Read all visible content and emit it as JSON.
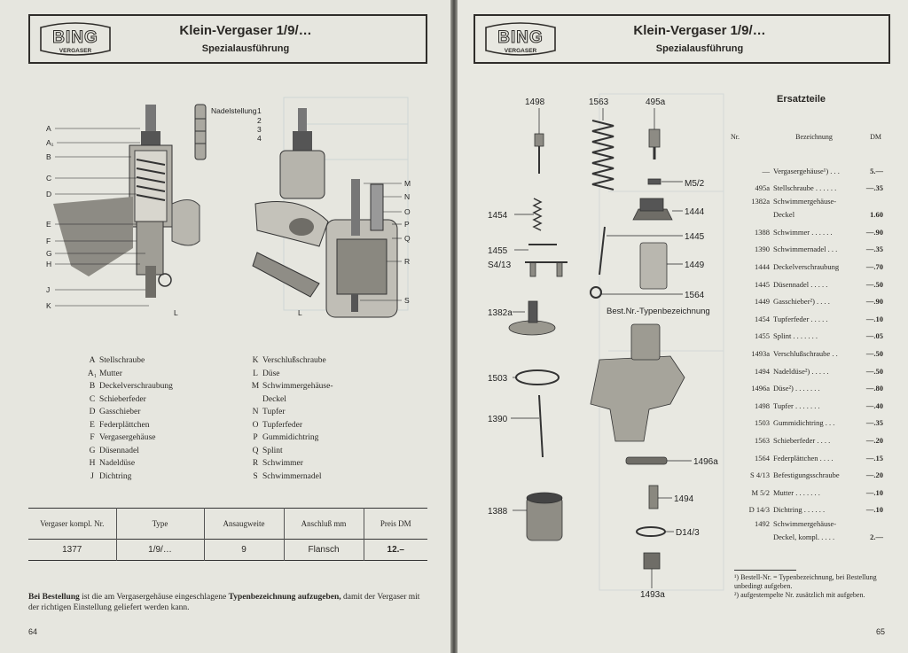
{
  "left_page": {
    "brand": "BING",
    "brand_sub": "VERGASER",
    "title": "Klein-Vergaser 1/9/…",
    "subtitle": "Spezialausführung",
    "needle_position_label": "Nadelstellung",
    "needle_positions": [
      "1",
      "2",
      "3",
      "4"
    ],
    "callouts_left": [
      "A",
      "A₁",
      "B",
      "C",
      "D",
      "E",
      "F",
      "G",
      "H",
      "J",
      "K",
      "L"
    ],
    "callouts_right": [
      "M",
      "N",
      "O",
      "P",
      "Q",
      "R",
      "S",
      "L"
    ],
    "legend_col1": [
      {
        "key": "A",
        "text": "Stellschraube"
      },
      {
        "key": "A₁",
        "text": "Mutter"
      },
      {
        "key": "B",
        "text": "Deckelverschraubung"
      },
      {
        "key": "C",
        "text": "Schieberfeder"
      },
      {
        "key": "D",
        "text": "Gasschieber"
      },
      {
        "key": "E",
        "text": "Federplättchen"
      },
      {
        "key": "F",
        "text": "Vergasergehäuse"
      },
      {
        "key": "G",
        "text": "Düsennadel"
      },
      {
        "key": "H",
        "text": "Nadeldüse"
      },
      {
        "key": "J",
        "text": "Dichtring"
      }
    ],
    "legend_col2": [
      {
        "key": "K",
        "text": "Verschlußschraube"
      },
      {
        "key": "L",
        "text": "Düse"
      },
      {
        "key": "M",
        "text": "Schwimmergehäuse-"
      },
      {
        "key": "",
        "text": "Deckel"
      },
      {
        "key": "N",
        "text": "Tupfer"
      },
      {
        "key": "O",
        "text": "Tupferfeder"
      },
      {
        "key": "P",
        "text": "Gummidichtring"
      },
      {
        "key": "Q",
        "text": "Splint"
      },
      {
        "key": "R",
        "text": "Schwimmer"
      },
      {
        "key": "S",
        "text": "Schwimmernadel"
      }
    ],
    "table": {
      "headers": [
        "Vergaser kompl. Nr.",
        "Type",
        "Ansaugweite",
        "Anschluß mm",
        "Preis DM"
      ],
      "row": [
        "1377",
        "1/9/…",
        "9",
        "Flansch",
        "12.–"
      ]
    },
    "note_bold_prefix": "Bei Bestellung",
    "note_text_1": " ist die am Vergasergehäuse eingeschlagene ",
    "note_bold_mid": "Typenbezeichnung aufzugeben,",
    "note_text_2": " damit der Vergaser mit der richtigen Einstellung geliefert werden kann.",
    "page_number": "64"
  },
  "right_page": {
    "brand": "BING",
    "brand_sub": "VERGASER",
    "title": "Klein-Vergaser 1/9/…",
    "subtitle": "Spezialausführung",
    "part_callouts": [
      "1498",
      "1563",
      "495a",
      "M5/2",
      "1454",
      "1444",
      "1445",
      "1455",
      "S4/13",
      "1449",
      "1564",
      "1382a",
      "Best.Nr.-Typenbezeichnung",
      "1503",
      "1390",
      "1496a",
      "1494",
      "1388",
      "D14/3",
      "1493a"
    ],
    "parts_title": "Ersatzteile",
    "parts_header": {
      "nr": "Nr.",
      "name": "Bezeichnung",
      "price": "DM"
    },
    "parts": [
      {
        "nr": "—",
        "name": "Vergasergehäuse¹) . . .",
        "price": "5.—"
      },
      {
        "nr": "495a",
        "name": "Stellschraube . . . . . .",
        "price": "—.35"
      },
      {
        "nr": "1382a",
        "name": "Schwimmergehäuse-",
        "price": ""
      },
      {
        "nr": "",
        "name": "Deckel",
        "price": "1.60"
      },
      {
        "nr": "1388",
        "name": "Schwimmer . . . . . .",
        "price": "—.90"
      },
      {
        "nr": "1390",
        "name": "Schwimmernadel . . .",
        "price": "—.35"
      },
      {
        "nr": "1444",
        "name": "Deckelverschraubung",
        "price": "—.70"
      },
      {
        "nr": "1445",
        "name": "Düsennadel . . . . .",
        "price": "—.50"
      },
      {
        "nr": "1449",
        "name": "Gasschieber²) . . . .",
        "price": "—.90"
      },
      {
        "nr": "1454",
        "name": "Tupferfeder . . . . .",
        "price": "—.10"
      },
      {
        "nr": "1455",
        "name": "Splint . . . . . . .",
        "price": "—.05"
      },
      {
        "nr": "1493a",
        "name": "Verschlußschraube . .",
        "price": "—.50"
      },
      {
        "nr": "1494",
        "name": "Nadeldüse²) . . . . .",
        "price": "—.50"
      },
      {
        "nr": "1496a",
        "name": "Düse²) . . . . . . .",
        "price": "—.80"
      },
      {
        "nr": "1498",
        "name": "Tupfer . . . . . . .",
        "price": "—.40"
      },
      {
        "nr": "1503",
        "name": "Gummidichtring . . .",
        "price": "—.35"
      },
      {
        "nr": "1563",
        "name": "Schieberfeder . . . .",
        "price": "—.20"
      },
      {
        "nr": "1564",
        "name": "Federplättchen . . . .",
        "price": "—.15"
      },
      {
        "nr": "S 4/13",
        "name": "Befestigungsschraube",
        "price": "—.20"
      },
      {
        "nr": "M 5/2",
        "name": "Mutter . . . . . . .",
        "price": "—.10"
      },
      {
        "nr": "D 14/3",
        "name": "Dichtring . . . . . .",
        "price": "—.10"
      },
      {
        "nr": "1492",
        "name": "Schwimmergehäuse-",
        "price": ""
      },
      {
        "nr": "",
        "name": "Deckel, kompl. . . . .",
        "price": "2.—"
      }
    ],
    "footnote_1": "¹) Bestell-Nr. = Typenbezeichnung, bei Bestellung unbedingt aufgeben.",
    "footnote_2": "²) aufgestempelte Nr. zusätzlich mit aufgeben.",
    "page_number": "65"
  }
}
